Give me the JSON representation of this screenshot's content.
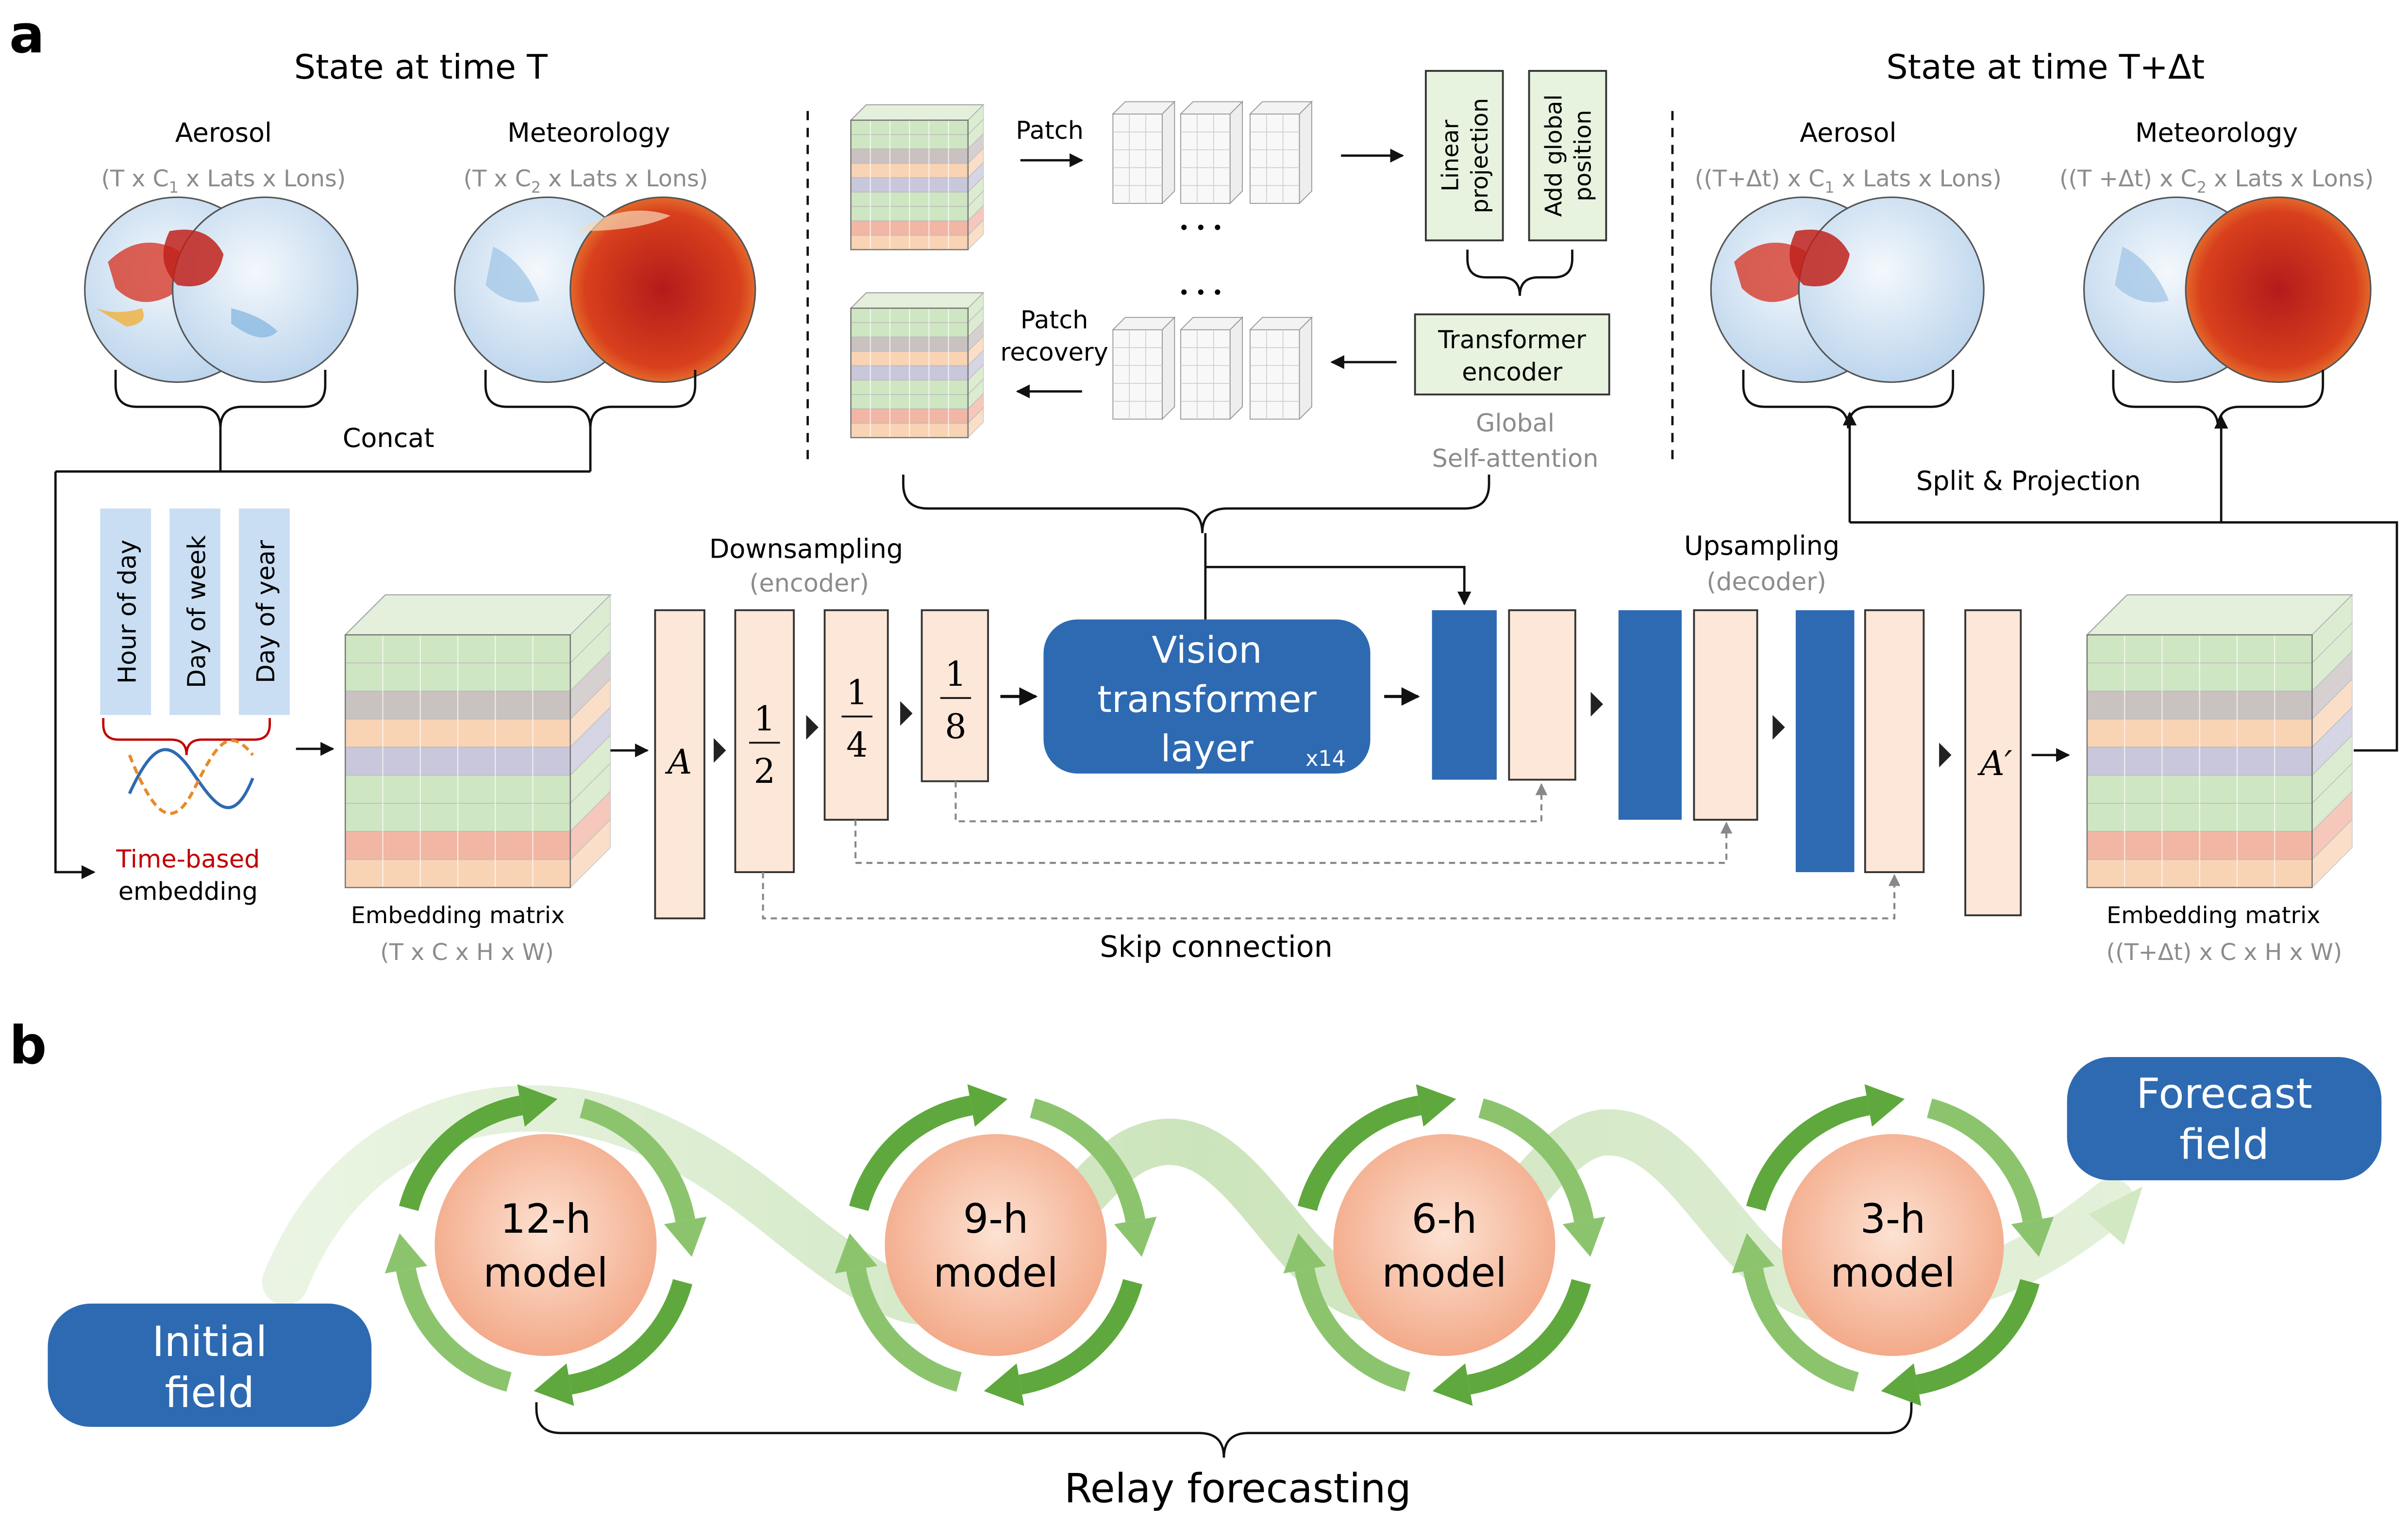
{
  "panel_a": {
    "label": "a",
    "state_t": {
      "title": "State at time T",
      "aerosol": {
        "name": "Aerosol",
        "pre": "(T x C",
        "sub": "1",
        "post": " x Lats x Lons)"
      },
      "meteorology": {
        "name": "Meteorology",
        "pre": "(T x C",
        "sub": "2",
        "post": " x Lats x Lons)"
      },
      "concat": "Concat"
    },
    "state_tdt": {
      "title": "State at time T+Δt",
      "aerosol": {
        "name": "Aerosol",
        "pre": "((T+Δt) x C",
        "sub": "1",
        "post": " x Lats x Lons)"
      },
      "meteorology": {
        "name": "Meteorology",
        "pre": "((T +Δt) x C",
        "sub": "2",
        "post": " x Lats x Lons)"
      },
      "split": "Split & Projection"
    },
    "vit_detail": {
      "patch": "Patch",
      "dots": "• • •",
      "linear_projection": [
        "Linear",
        "projection"
      ],
      "add_position": [
        "Add global",
        "position"
      ],
      "transformer_encoder": [
        "Transformer",
        "encoder"
      ],
      "global_attention": [
        "Global",
        "Self-attention"
      ],
      "patch_recovery": [
        "Patch",
        "recovery"
      ]
    },
    "time_embedding": {
      "labels": [
        "Hour of day",
        "Day of week",
        "Day of year"
      ],
      "title1": "Time-based",
      "title2": "embedding"
    },
    "embedding_in": {
      "label": "Embedding matrix",
      "dims": "(T x C x H x W)"
    },
    "embedding_out": {
      "label": "Embedding matrix",
      "dims": "((T+Δt) x C x H x W)"
    },
    "encoder": {
      "title": "Downsampling",
      "subtitle": "(encoder)",
      "a": "A",
      "fractions": [
        [
          "1",
          "2"
        ],
        [
          "1",
          "4"
        ],
        [
          "1",
          "8"
        ]
      ]
    },
    "vit": {
      "line1": "Vision",
      "line2": "transformer",
      "line3": "layer",
      "repeat": "x14"
    },
    "decoder": {
      "title": "Upsampling",
      "subtitle": "(decoder)",
      "a_prime": "A′"
    },
    "skip": "Skip connection"
  },
  "panel_b": {
    "label": "b",
    "initial": [
      "Initial",
      "field"
    ],
    "forecast": [
      "Forecast",
      "field"
    ],
    "models": [
      [
        "12-h",
        "model"
      ],
      [
        "9-h",
        "model"
      ],
      [
        "6-h",
        "model"
      ],
      [
        "3-h",
        "model"
      ]
    ],
    "relay": "Relay forecasting"
  },
  "colors": {
    "blue": "#2d6ab2",
    "peach": "#fde7d8",
    "green_box": "#e7f3df",
    "light_blue": "#c9def3",
    "text_gray": "#8c8c8c",
    "red_text": "#c00000",
    "arrow_green": "#6ab04c"
  }
}
